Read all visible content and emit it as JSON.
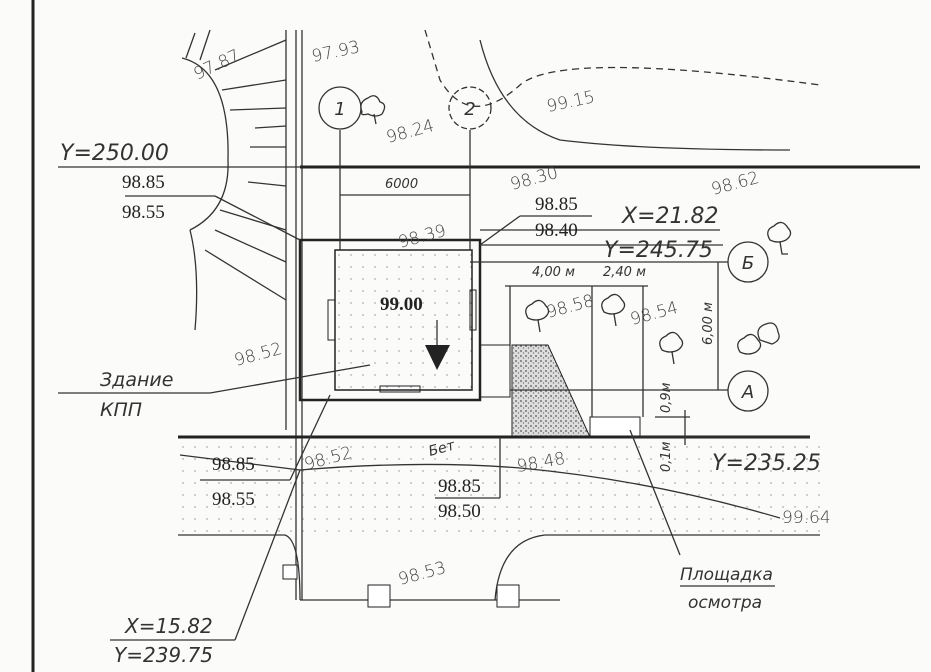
{
  "title": "Site plan – checkpoint building (КПП)",
  "coordinates": {
    "y_top": "Y=250.00",
    "x_corner": "X=21.82",
    "y_corner": "Y=245.75",
    "y_bottom": "Y=235.25",
    "x_bottom": "X=15.82",
    "y_bottom_left": "Y=239.75"
  },
  "elevations": {
    "e1": "97.87",
    "e2": "97.93",
    "e3": "98.24",
    "e4": "99.15",
    "e5": "98.30",
    "e6": "98.62",
    "e7": "98.39",
    "e8": "98.58",
    "e9": "98.54",
    "e10": "98.52",
    "e11": "98.52",
    "e12": "98.48",
    "e13": "99.64",
    "e14": "98.53",
    "floor": "99.00"
  },
  "fractions": [
    {
      "top": "98.85",
      "bottom": "98.55"
    },
    {
      "top": "98.85",
      "bottom": "98.40"
    },
    {
      "top": "98.85",
      "bottom": "98.55"
    },
    {
      "top": "98.85",
      "bottom": "98.50"
    }
  ],
  "axes": {
    "a1": "1",
    "a2": "2",
    "aB": "Б",
    "aA": "А"
  },
  "dimensions": {
    "d6000": "6000",
    "d400": "4,00 м",
    "d240": "2,40 м",
    "d600": "6,00 м",
    "d09": "0,9м",
    "d01": "0,1м"
  },
  "labels": {
    "building1": "Здание",
    "building2": "КПП",
    "concrete": "Бет",
    "platform1": "Площадка",
    "platform2": "осмотра"
  }
}
